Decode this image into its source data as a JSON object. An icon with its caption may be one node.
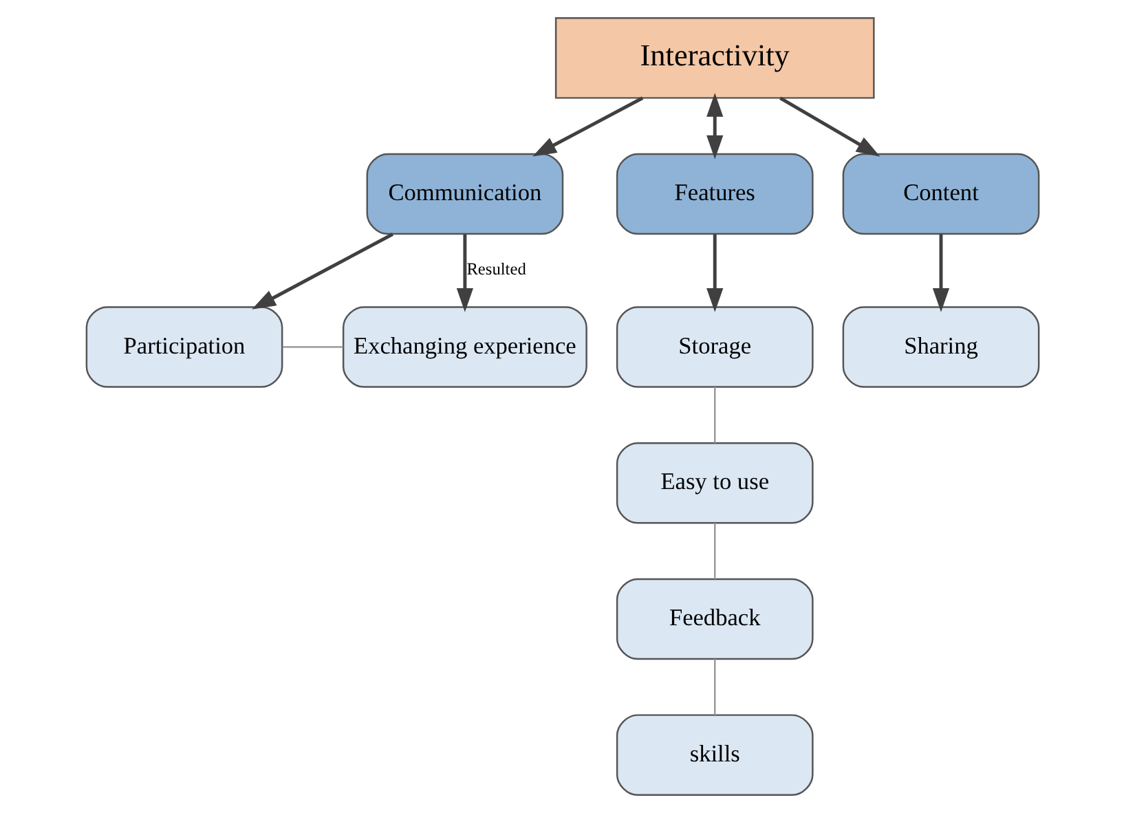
{
  "diagram": {
    "nodes": [
      {
        "text": [
          "Interactivity"
        ]
      },
      {
        "text": [
          "Communication"
        ]
      },
      {
        "text": [
          "Features"
        ]
      },
      {
        "text": [
          "Content"
        ]
      },
      {
        "text": [
          "Participation"
        ]
      },
      {
        "text": [
          "Exchanging experience"
        ]
      },
      {
        "text": [
          "Storage"
        ]
      },
      {
        "text": [
          "Easy to use"
        ]
      },
      {
        "text": [
          "Feedback"
        ]
      },
      {
        "text": [
          "skills"
        ]
      },
      {
        "text": [
          "Sharing"
        ]
      }
    ],
    "edges": [
      {
        "from": 0,
        "to": 1,
        "arrow": "to"
      },
      {
        "from": 0,
        "to": 2,
        "arrow": "both"
      },
      {
        "from": 0,
        "to": 3,
        "arrow": "to"
      },
      {
        "from": 1,
        "to": 4,
        "arrow": "to"
      },
      {
        "from": 1,
        "to": 5,
        "arrow": "to",
        "label": "Resulted"
      },
      {
        "from": 4,
        "to": 5,
        "arrow": "none",
        "color": "#999999"
      },
      {
        "from": 2,
        "to": 6,
        "arrow": "to"
      },
      {
        "from": 6,
        "to": 7,
        "arrow": "none",
        "color": "#999999"
      },
      {
        "from": 7,
        "to": 8,
        "arrow": "none",
        "color": "#999999"
      },
      {
        "from": 8,
        "to": 9,
        "arrow": "none",
        "color": "#999999"
      },
      {
        "from": 3,
        "to": 10,
        "arrow": "to"
      }
    ]
  }
}
